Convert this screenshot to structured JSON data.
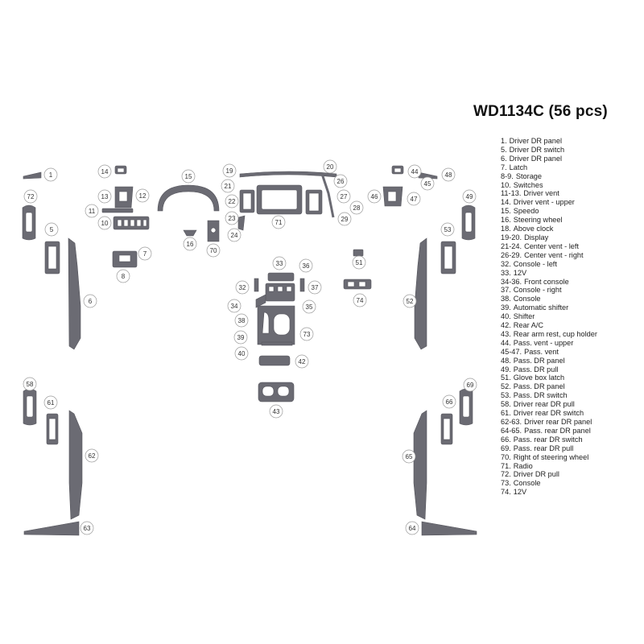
{
  "title": "WD1134C (56 pcs)",
  "legend": [
    {
      "num": "1.",
      "label": "Driver DR panel"
    },
    {
      "num": "5.",
      "label": "Driver DR switch"
    },
    {
      "num": "6.",
      "label": "Driver DR panel"
    },
    {
      "num": "7.",
      "label": "Latch"
    },
    {
      "num": "8-9.",
      "label": "Storage"
    },
    {
      "num": "10.",
      "label": "Switches"
    },
    {
      "num": "11-13.",
      "label": "Driver vent"
    },
    {
      "num": "14.",
      "label": "Driver vent - upper"
    },
    {
      "num": "15.",
      "label": "Speedo"
    },
    {
      "num": "16.",
      "label": "Steering wheel"
    },
    {
      "num": "18.",
      "label": "Above clock"
    },
    {
      "num": "19-20.",
      "label": "Display"
    },
    {
      "num": "21-24.",
      "label": "Center vent - left"
    },
    {
      "num": "26-29.",
      "label": "Center vent - right"
    },
    {
      "num": "32.",
      "label": "Console - left"
    },
    {
      "num": "33.",
      "label": "12V"
    },
    {
      "num": "34-36.",
      "label": "Front console"
    },
    {
      "num": "37.",
      "label": "Console - right"
    },
    {
      "num": "38.",
      "label": "Console"
    },
    {
      "num": "39.",
      "label": "Automatic shifter"
    },
    {
      "num": "40.",
      "label": "Shifter"
    },
    {
      "num": "42.",
      "label": "Rear A/C"
    },
    {
      "num": "43.",
      "label": "Rear arm rest, cup holder"
    },
    {
      "num": "44.",
      "label": "Pass. vent - upper"
    },
    {
      "num": "45-47.",
      "label": "Pass. vent"
    },
    {
      "num": "48.",
      "label": "Pass. DR panel"
    },
    {
      "num": "49.",
      "label": "Pass. DR pull"
    },
    {
      "num": "51.",
      "label": "Glove box latch"
    },
    {
      "num": "52.",
      "label": "Pass. DR panel"
    },
    {
      "num": "53.",
      "label": "Pass. DR switch"
    },
    {
      "num": "58.",
      "label": "Driver rear DR pull"
    },
    {
      "num": "61.",
      "label": "Driver rear DR switch"
    },
    {
      "num": "62-63.",
      "label": "Driver rear DR panel"
    },
    {
      "num": "64-65.",
      "label": "Pass. rear DR panel"
    },
    {
      "num": "66.",
      "label": "Pass. rear DR switch"
    },
    {
      "num": "69.",
      "label": "Pass. rear DR pull"
    },
    {
      "num": "70.",
      "label": "Right of steering wheel"
    },
    {
      "num": "71.",
      "label": "Radio"
    },
    {
      "num": "72.",
      "label": "Driver DR pull"
    },
    {
      "num": "73.",
      "label": "Console"
    },
    {
      "num": "74.",
      "label": "12V"
    }
  ],
  "callouts": [
    "1",
    "5",
    "6",
    "7",
    "8",
    "10",
    "11",
    "12",
    "13",
    "14",
    "15",
    "16",
    "19",
    "20",
    "21",
    "22",
    "23",
    "24",
    "26",
    "27",
    "28",
    "29",
    "32",
    "33",
    "34",
    "35",
    "36",
    "37",
    "38",
    "39",
    "40",
    "42",
    "43",
    "44",
    "45",
    "46",
    "47",
    "48",
    "49",
    "51",
    "52",
    "53",
    "58",
    "61",
    "62",
    "63",
    "64",
    "65",
    "66",
    "69",
    "70",
    "71",
    "72",
    "73",
    "74"
  ],
  "colors": {
    "piece": "#6b6b73",
    "outline": "#55555c",
    "callout_border": "#9a9a9a",
    "text": "#222222"
  }
}
